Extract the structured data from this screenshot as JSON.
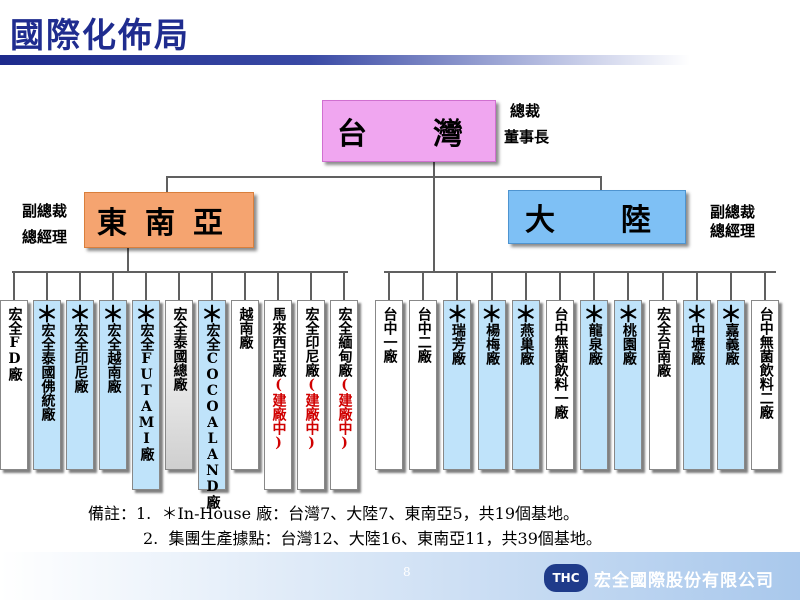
{
  "title": "國際化佈局",
  "taiwan": {
    "label": "台　灣",
    "role1": "總裁",
    "role2": "董事長"
  },
  "sea": {
    "label": "東南亞",
    "role1": "副總裁",
    "role2": "總經理"
  },
  "china": {
    "label": "大　陸",
    "role1": "副總裁",
    "role2": "總經理"
  },
  "sea_factories": [
    {
      "name": "宏全FD廠",
      "inhouse": false,
      "style": "white",
      "note": ""
    },
    {
      "name": "宏全泰國佛統廠",
      "inhouse": true,
      "style": "blue",
      "note": ""
    },
    {
      "name": "宏全印尼廠",
      "inhouse": true,
      "style": "blue",
      "note": ""
    },
    {
      "name": "宏全越南廠",
      "inhouse": true,
      "style": "blue",
      "note": ""
    },
    {
      "name": "宏全FUTAMI廠",
      "inhouse": true,
      "style": "blue",
      "note": ""
    },
    {
      "name": "宏全泰國總廠",
      "inhouse": false,
      "style": "grey",
      "note": ""
    },
    {
      "name": "宏全COCOALAND廠",
      "inhouse": true,
      "style": "blue",
      "note": ""
    },
    {
      "name": "越南廠",
      "inhouse": false,
      "style": "white",
      "note": ""
    },
    {
      "name": "馬來西亞廠",
      "inhouse": false,
      "style": "white",
      "note": "(建廠中)"
    },
    {
      "name": "宏全印尼廠",
      "inhouse": false,
      "style": "white",
      "note": "(建廠中)"
    },
    {
      "name": "宏全緬甸廠",
      "inhouse": false,
      "style": "white",
      "note": "(建廠中)"
    }
  ],
  "china_factories": [
    {
      "name": "台中一廠",
      "inhouse": false,
      "style": "white",
      "note": ""
    },
    {
      "name": "台中二廠",
      "inhouse": false,
      "style": "white",
      "note": ""
    },
    {
      "name": "瑞芳廠",
      "inhouse": true,
      "style": "blue",
      "note": ""
    },
    {
      "name": "楊梅廠",
      "inhouse": true,
      "style": "blue",
      "note": ""
    },
    {
      "name": "燕巢廠",
      "inhouse": true,
      "style": "blue",
      "note": ""
    },
    {
      "name": "台中無菌飲料一廠",
      "inhouse": false,
      "style": "white",
      "note": ""
    },
    {
      "name": "龍泉廠",
      "inhouse": true,
      "style": "blue",
      "note": ""
    },
    {
      "name": "桃園廠",
      "inhouse": true,
      "style": "blue",
      "note": ""
    },
    {
      "name": "宏全台南廠",
      "inhouse": false,
      "style": "white",
      "note": ""
    },
    {
      "name": "中壢廠",
      "inhouse": true,
      "style": "blue",
      "note": ""
    },
    {
      "name": "嘉義廠",
      "inhouse": true,
      "style": "blue",
      "note": ""
    },
    {
      "name": "台中無菌飲料二廠",
      "inhouse": false,
      "style": "white",
      "note": ""
    }
  ],
  "notes": {
    "line1": "備註：1.  ＊In-House 廠：台灣7、大陸7、東南亞5，共19個基地。",
    "line2": "2.  集團生產據點：台灣12、大陸16、東南亞11，共39個基地。"
  },
  "footer": {
    "page_number": "8",
    "logo_text": "THC",
    "company": "宏全國際股份有限公司"
  },
  "colors": {
    "title": "#1f2c8f",
    "inhouse_box": "#bfe3fa",
    "construction": "#d00000"
  }
}
